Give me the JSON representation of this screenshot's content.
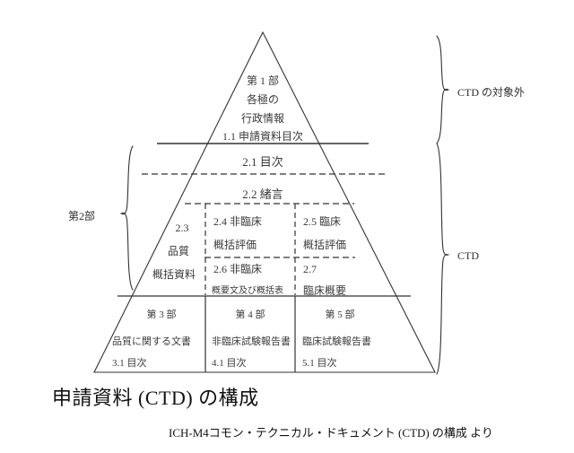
{
  "figure": {
    "title": "申請資料 (CTD) の構成",
    "caption": "ICH-M4コモン・テクニカル・ドキュメント (CTD) の構成 より"
  },
  "braces": {
    "right_top_label": "CTD の対象外",
    "right_bottom_label": "CTD",
    "left_label": "第2部"
  },
  "pyramid": {
    "module1": {
      "heading": "第 1 部",
      "line2": "各極の",
      "line3": "行政情報",
      "toc": "1.1 申請資料目次"
    },
    "module2": {
      "toc": "2.1 目次",
      "intro": "2.2 緒言",
      "s23_num": "2.3",
      "s23_line2": "品質",
      "s23_line3": "概括資料",
      "s24_num": "2.4 非臨床",
      "s24_line2": "概括評価",
      "s25_num": "2.5 臨床",
      "s25_line2": "概括評価",
      "s26_num": "2.6 非臨床",
      "s26_line2": "概要文及び概括表",
      "s27_num": "2.7",
      "s27_line2": "臨床概要"
    },
    "module3": {
      "heading": "第 3 部",
      "desc": "品質に関する文書",
      "toc": "3.1 目次"
    },
    "module4": {
      "heading": "第 4 部",
      "desc": "非臨床試験報告書",
      "toc": "4.1 目次"
    },
    "module5": {
      "heading": "第 5 部",
      "desc": "臨床試験報告書",
      "toc": "5.1 目次"
    }
  }
}
